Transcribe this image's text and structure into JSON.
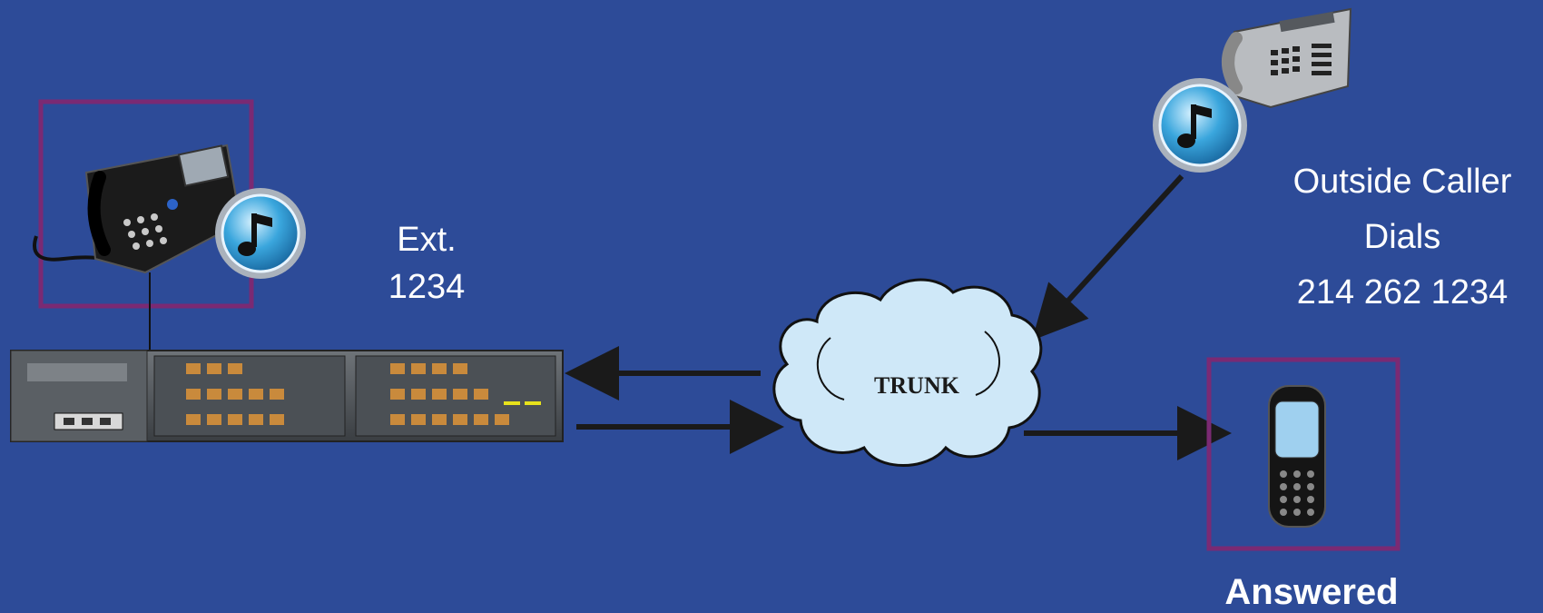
{
  "extension": {
    "line1": "Ext.",
    "line2": "1234"
  },
  "outside_caller": {
    "line1": "Outside Caller",
    "line2": "Dials",
    "line3": "214 262 1234"
  },
  "trunk": {
    "label": "TRUNK"
  },
  "mobile": {
    "status": "Answered"
  },
  "colors": {
    "background": "#2d4b98",
    "highlight_frame": "#7a2a73",
    "cloud": "#cfe8f8",
    "arrow": "#1a1a1a",
    "music_badge": "#3aa6dd"
  },
  "icons": [
    "desk-phone-icon",
    "music-note-icon",
    "pbx-system-icon",
    "cloud-icon",
    "mobile-phone-icon",
    "arrow-icon"
  ]
}
